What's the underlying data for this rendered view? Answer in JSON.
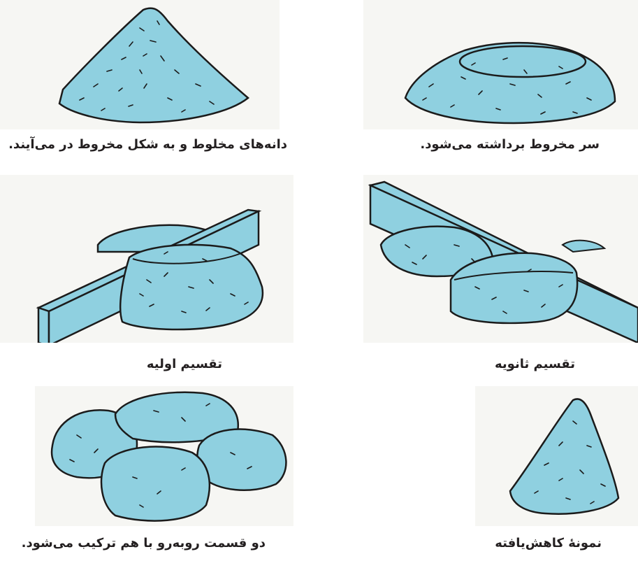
{
  "captions": {
    "mixed_into_cone": "دانه‌های مخلوط و به شکل مخروط در می‌آیند.",
    "cone_top_removed": "سر مخروط برداشته می‌شود.",
    "initial_division": "تقسیم اولیه",
    "second_division": "تقسیم ثانویه",
    "opposite_parts_combined": "دو قسمت روبه‌رو با هم ترکیب می‌شود.",
    "reduced_sample": "نمونهٔ کاهش‌یافته"
  },
  "colors": {
    "material_fill": "#8fd0e0",
    "divider_fill": "#8fd0e0",
    "outline": "#1b1b1b",
    "caption_text": "#231f20",
    "panel_bg": "#f6f6f3"
  }
}
